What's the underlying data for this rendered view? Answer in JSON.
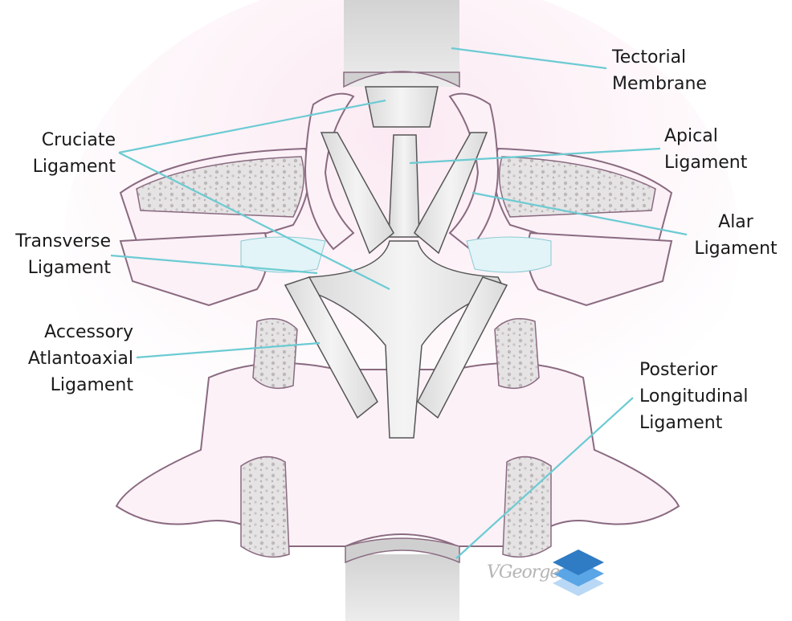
{
  "labels": {
    "tectorial": [
      "Tectorial",
      "Membrane"
    ],
    "cruciate": [
      "Cruciate",
      "Ligament"
    ],
    "apical": [
      "Apical",
      "Ligament"
    ],
    "alar": [
      "Alar",
      "Ligament"
    ],
    "transverse": [
      "Transverse",
      "Ligament"
    ],
    "accessory": [
      "Accessory",
      "Atlantoaxial",
      "Ligament"
    ],
    "posterior": [
      "Posterior",
      "Longitudinal",
      "Ligament"
    ]
  },
  "signature": "VGeorge",
  "colors": {
    "leader_line": "#6ccbd3",
    "bone_fill": "#fbf1f7",
    "bone_outline": "#8a6a80",
    "ligament": "#e8e8e8",
    "logo_dark": "#2f7bc4",
    "logo_mid": "#5aa5e6",
    "logo_light": "#b9d8f5"
  }
}
